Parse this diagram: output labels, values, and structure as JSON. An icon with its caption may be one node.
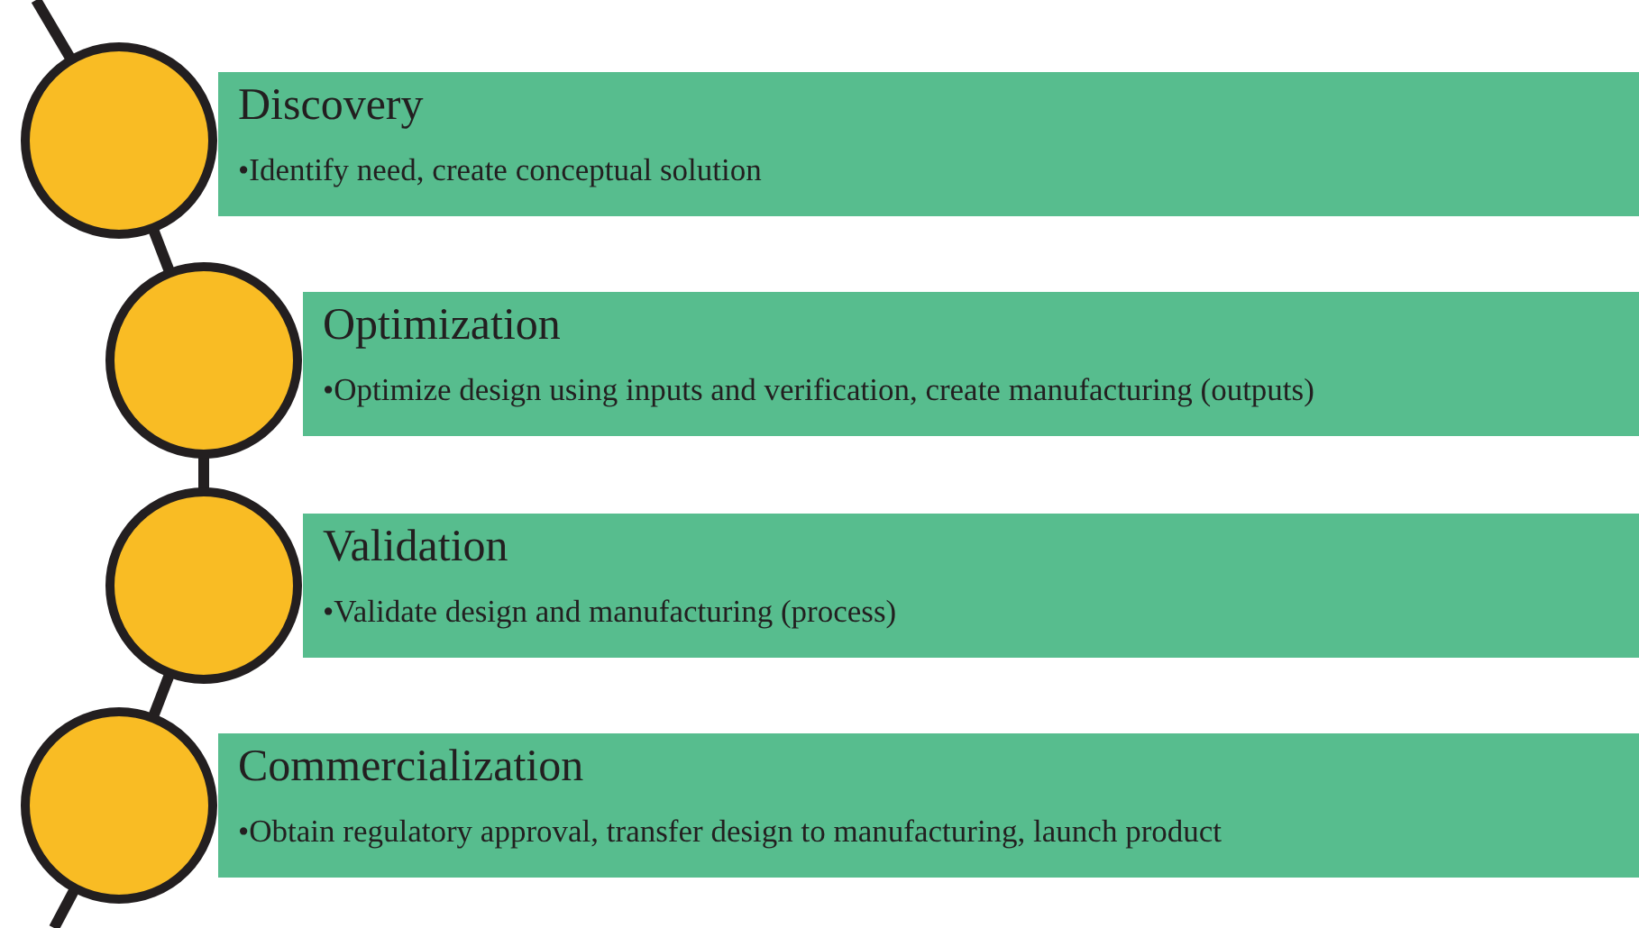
{
  "diagram": {
    "nodes": [
      {
        "text": [
          "Discovery",
          "•Identify need, create conceptual solution"
        ]
      },
      {
        "text": [
          "Optimization",
          "•Optimize design using inputs and verification, create manufacturing (outputs)"
        ]
      },
      {
        "text": [
          "Validation",
          "•Validate design and manufacturing (process)"
        ]
      },
      {
        "text": [
          "Commercialization",
          "•Obtain regulatory approval, transfer design to manufacturing, launch product"
        ]
      },
      {
        "text": [],
        "shape": "circle"
      },
      {
        "text": [],
        "shape": "circle"
      },
      {
        "text": [],
        "shape": "circle"
      },
      {
        "text": [],
        "shape": "circle"
      }
    ],
    "edges": [
      {
        "from": null,
        "to": 4,
        "arrow": "none"
      },
      {
        "from": 4,
        "to": 5,
        "arrow": "none"
      },
      {
        "from": 5,
        "to": 6,
        "arrow": "none"
      },
      {
        "from": 6,
        "to": 7,
        "arrow": "none"
      },
      {
        "from": 7,
        "to": null,
        "arrow": "none"
      }
    ]
  }
}
